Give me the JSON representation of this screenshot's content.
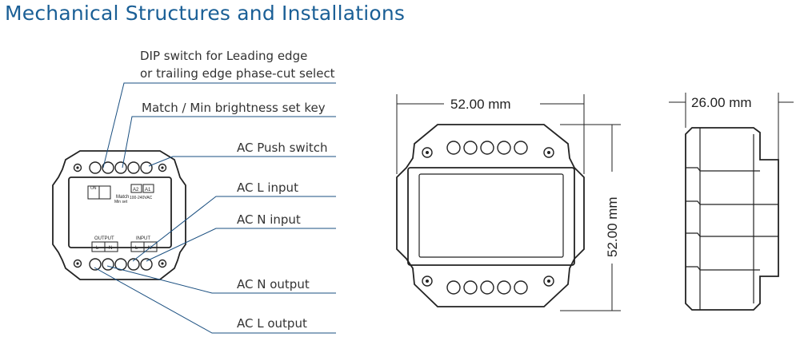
{
  "title": "Mechanical Structures and Installations",
  "labels": {
    "dip_line1": "DIP switch for Leading edge",
    "dip_line2": "or trailing edge phase-cut select",
    "match_key": "Match / Min brightness set key",
    "push_switch": "AC Push switch",
    "ac_l_input": "AC L input",
    "ac_n_input": "AC N input",
    "ac_n_output": "AC N output",
    "ac_l_output": "AC L output"
  },
  "device_marks": {
    "output": "OUTPUT",
    "input": "INPUT",
    "l": "L",
    "n": "N",
    "a2": "A2",
    "a1": "A1",
    "match": "Match",
    "min_set": "Min set",
    "vac": "100-240VAC",
    "on": "ON"
  },
  "dimensions": {
    "width": "52.00 mm",
    "height": "52.00 mm",
    "depth": "26.00 mm"
  },
  "colors": {
    "title": "#1a5f96",
    "lines": "#1a4f80",
    "outline": "#222222"
  }
}
